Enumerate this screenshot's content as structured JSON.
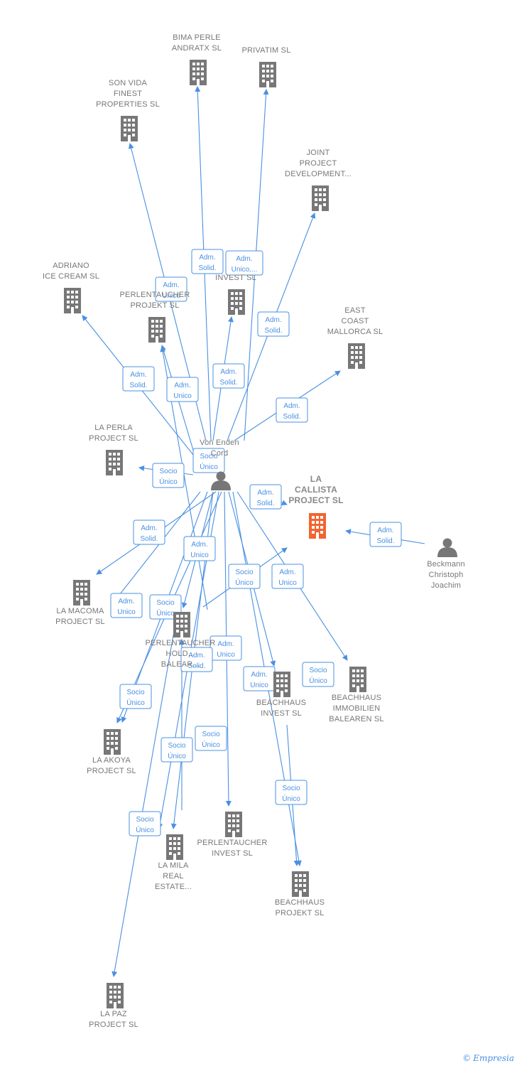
{
  "colors": {
    "edge": "#4a90e2",
    "building": "#777777",
    "focus_building": "#f26430",
    "person": "#777777"
  },
  "nodes": [
    {
      "id": "bima",
      "kind": "company",
      "label": [
        "BIMA PERLE",
        "ANDRATX  SL"
      ]
    },
    {
      "id": "privatim",
      "kind": "company",
      "label": [
        "PRIVATIM SL"
      ]
    },
    {
      "id": "sonvida",
      "kind": "company",
      "label": [
        "SON VIDA",
        "FINEST",
        "PROPERTIES SL"
      ]
    },
    {
      "id": "joint",
      "kind": "company",
      "label": [
        "JOINT",
        "PROJECT",
        "DEVELOPMENT..."
      ]
    },
    {
      "id": "adriano",
      "kind": "company",
      "label": [
        "ADRIANO",
        "ICE CREAM SL"
      ]
    },
    {
      "id": "perlprojekt",
      "kind": "company",
      "label": [
        "PERLENTAUCHER",
        "PROJEKT  SL"
      ]
    },
    {
      "id": "invest",
      "kind": "company",
      "label": [
        "INVEST  SL"
      ]
    },
    {
      "id": "eastcoast",
      "kind": "company",
      "label": [
        "EAST",
        "COAST",
        "MALLORCA  SL"
      ]
    },
    {
      "id": "laperla",
      "kind": "company",
      "label": [
        "LA PERLA",
        "PROJECT  SL"
      ]
    },
    {
      "id": "vonenden",
      "kind": "person",
      "label": [
        "Von Enden",
        "Cord"
      ]
    },
    {
      "id": "lacallista",
      "kind": "focus",
      "label": [
        "LA",
        "CALLISTA",
        "PROJECT  SL"
      ]
    },
    {
      "id": "beckmann",
      "kind": "person",
      "label": [
        "Beckmann",
        "Christoph",
        "Joachim"
      ]
    },
    {
      "id": "lamacoma",
      "kind": "company",
      "label": [
        "LA MACOMA",
        "PROJECT  SL"
      ]
    },
    {
      "id": "perlholding",
      "kind": "company",
      "label": [
        "PERLENTAUCHER",
        "HOLD...",
        "BALEAR..."
      ]
    },
    {
      "id": "beachinvest",
      "kind": "company",
      "label": [
        "BEACHHAUS",
        "INVEST  SL"
      ]
    },
    {
      "id": "beachimmo",
      "kind": "company",
      "label": [
        "BEACHHAUS",
        "IMMOBILIEN",
        "BALEAREN  SL"
      ]
    },
    {
      "id": "laakoya",
      "kind": "company",
      "label": [
        "LA AKOYA",
        "PROJECT  SL"
      ]
    },
    {
      "id": "perlinvest",
      "kind": "company",
      "label": [
        "PERLENTAUCHER",
        "INVEST  SL"
      ]
    },
    {
      "id": "lamila",
      "kind": "company",
      "label": [
        "LA MILA",
        "REAL",
        "ESTATE..."
      ]
    },
    {
      "id": "beachprojekt",
      "kind": "company",
      "label": [
        "BEACHHAUS",
        "PROJEKT  SL"
      ]
    },
    {
      "id": "lapaz",
      "kind": "company",
      "label": [
        "LA PAZ",
        "PROJECT  SL"
      ]
    }
  ],
  "badges": [
    {
      "text": [
        "Adm.",
        "Solid."
      ]
    },
    {
      "text": [
        "Adm.",
        "Unico,..."
      ]
    },
    {
      "text": [
        "Adm.",
        "Unico"
      ]
    },
    {
      "text": [
        "Adm.",
        "Solid."
      ]
    },
    {
      "text": [
        "Adm.",
        "Solid."
      ]
    },
    {
      "text": [
        "Adm.",
        "Unico"
      ]
    },
    {
      "text": [
        "Adm.",
        "Solid."
      ]
    },
    {
      "text": [
        "Adm.",
        "Solid."
      ]
    },
    {
      "text": [
        "Socio",
        "Único"
      ]
    },
    {
      "text": [
        "Socio",
        "Único"
      ]
    },
    {
      "text": [
        "Adm.",
        "Solid."
      ]
    },
    {
      "text": [
        "Adm.",
        "Solid."
      ]
    },
    {
      "text": [
        "Adm.",
        "Solid."
      ]
    },
    {
      "text": [
        "Adm.",
        "Unico"
      ]
    },
    {
      "text": [
        "Socio",
        "Único"
      ]
    },
    {
      "text": [
        "Adm.",
        "Unico"
      ]
    },
    {
      "text": [
        "Socio",
        "Único"
      ]
    },
    {
      "text": [
        "Adm.",
        "Unico"
      ]
    },
    {
      "text": [
        "Adm.",
        "Unico"
      ]
    },
    {
      "text": [
        "Adm.",
        "Solid."
      ]
    },
    {
      "text": [
        "Adm.",
        "Unico"
      ]
    },
    {
      "text": [
        "Socio",
        "Único"
      ]
    },
    {
      "text": [
        "Socio",
        "Único"
      ]
    },
    {
      "text": [
        "Socio",
        "Único"
      ]
    },
    {
      "text": [
        "Socio",
        "Único"
      ]
    },
    {
      "text": [
        "Socio",
        "Único"
      ]
    },
    {
      "text": [
        "Socio",
        "Único"
      ]
    }
  ],
  "footer": {
    "copyright": "©",
    "brand": "Empresia"
  }
}
